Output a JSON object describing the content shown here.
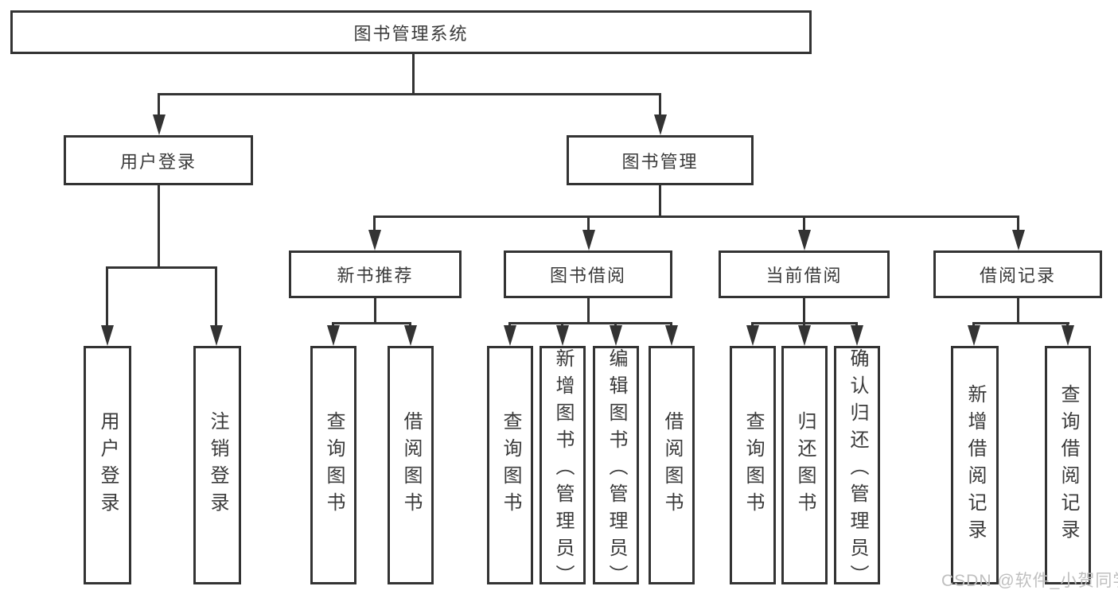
{
  "tree": {
    "root": {
      "label": "图书管理系统",
      "children": [
        {
          "label": "用户登录",
          "children": [
            {
              "label": "用户登录"
            },
            {
              "label": "注销登录"
            }
          ]
        },
        {
          "label": "图书管理",
          "children": [
            {
              "label": "新书推荐",
              "children": [
                {
                  "label": "查询图书"
                },
                {
                  "label": "借阅图书"
                }
              ]
            },
            {
              "label": "图书借阅",
              "children": [
                {
                  "label": "查询图书"
                },
                {
                  "label": "新增图书（管理员）"
                },
                {
                  "label": "编辑图书（管理员）"
                },
                {
                  "label": "借阅图书"
                }
              ]
            },
            {
              "label": "当前借阅",
              "children": [
                {
                  "label": "查询图书"
                },
                {
                  "label": "归还图书"
                },
                {
                  "label": "确认归还（管理员）"
                }
              ]
            },
            {
              "label": "借阅记录",
              "children": [
                {
                  "label": "新增借阅记录"
                },
                {
                  "label": "查询借阅记录"
                }
              ]
            }
          ]
        }
      ]
    }
  },
  "watermark": {
    "text": "CSDN @软件_小贺同学"
  },
  "colors": {
    "box_border": "#333333",
    "connector": "#333333",
    "text": "#3a3a3a",
    "watermark": "#bfbfbf",
    "background": "#ffffff"
  }
}
